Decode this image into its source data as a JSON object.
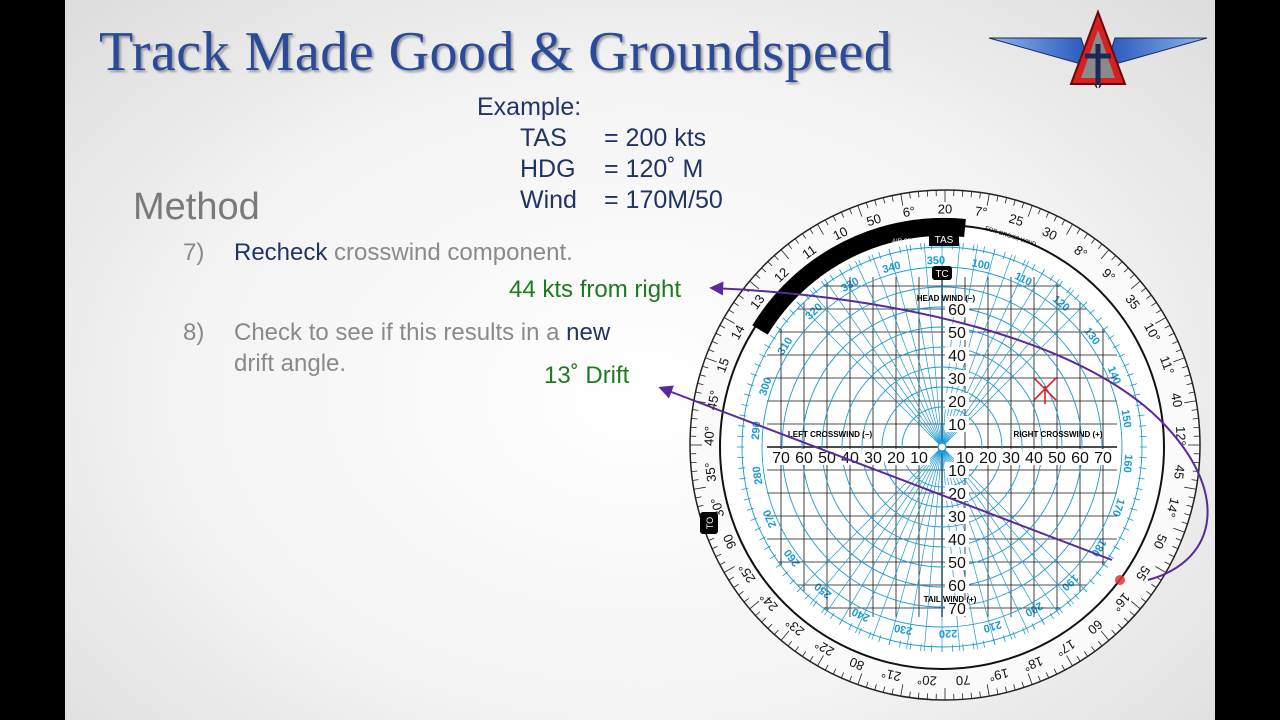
{
  "title": "Track Made Good & Groundspeed",
  "example": {
    "heading": "Example:",
    "rows": [
      {
        "label": "TAS",
        "value": "= 200 kts"
      },
      {
        "label": "HDG",
        "value": "= 120˚  M"
      },
      {
        "label": "Wind",
        "value": "= 170M/50"
      }
    ]
  },
  "method": {
    "heading": "Method",
    "steps": [
      {
        "num": "7)",
        "highlight": "Recheck",
        "text": " crosswind component."
      },
      {
        "num": "8)",
        "pre": "Check to see if this results in a ",
        "highlight": "new",
        "post": " drift angle."
      }
    ]
  },
  "callouts": {
    "crosswind": "44 kts from right",
    "drift": "13˚   Drift"
  },
  "computer": {
    "grid_top_label": "HEAD WIND (−)",
    "grid_bottom_label": "TAIL WIND (+)",
    "grid_left_label": "LEFT CROSSWIND (−)",
    "grid_right_label": "RIGHT CROSSWIND (+)",
    "vertical_ticks": [
      "60",
      "50",
      "40",
      "30",
      "20",
      "10",
      "10",
      "20",
      "30",
      "40",
      "50",
      "60",
      "70"
    ],
    "horizontal_ticks": [
      "70",
      "60",
      "50",
      "40",
      "30",
      "20",
      "10",
      "10",
      "20",
      "30",
      "40",
      "50",
      "60",
      "70"
    ],
    "tc_label": "TC",
    "tas_label": "TAS",
    "to_label": "TO",
    "speed_arc_label": "AIR SPEED",
    "crosswind_arc_label": "FOR CROSS WIND",
    "speed_ring": [
      "100",
      "110",
      "120",
      "130",
      "140",
      "150",
      "160",
      "170",
      "180",
      "190",
      "200",
      "210",
      "220",
      "230",
      "240",
      "250",
      "260",
      "270",
      "280",
      "290",
      "300",
      "310",
      "320",
      "330",
      "340",
      "350"
    ],
    "outer_scale": [
      "20",
      "7°",
      "25",
      "30",
      "8°",
      "9°",
      "35",
      "10°",
      "11°",
      "40",
      "12°",
      "45",
      "14°",
      "50",
      "55",
      "16°",
      "60",
      "17°",
      "18°",
      "19°",
      "70",
      "20°",
      "21°",
      "80",
      "22°",
      "23°",
      "24°",
      "25°",
      "90",
      "30°",
      "35°",
      "40°",
      "45°",
      "15",
      "14",
      "13",
      "12",
      "11",
      "10",
      "50",
      "6°"
    ],
    "inner_numbers": [
      "10",
      "20",
      "30",
      "40",
      "50",
      "60",
      "70"
    ]
  },
  "colors": {
    "title": "#2a4a9a",
    "dark_text": "#1f3564",
    "green": "#1e7a1e",
    "cyan": "#1a9ad6",
    "purple": "#5a2a9a",
    "red": "#e02020"
  }
}
